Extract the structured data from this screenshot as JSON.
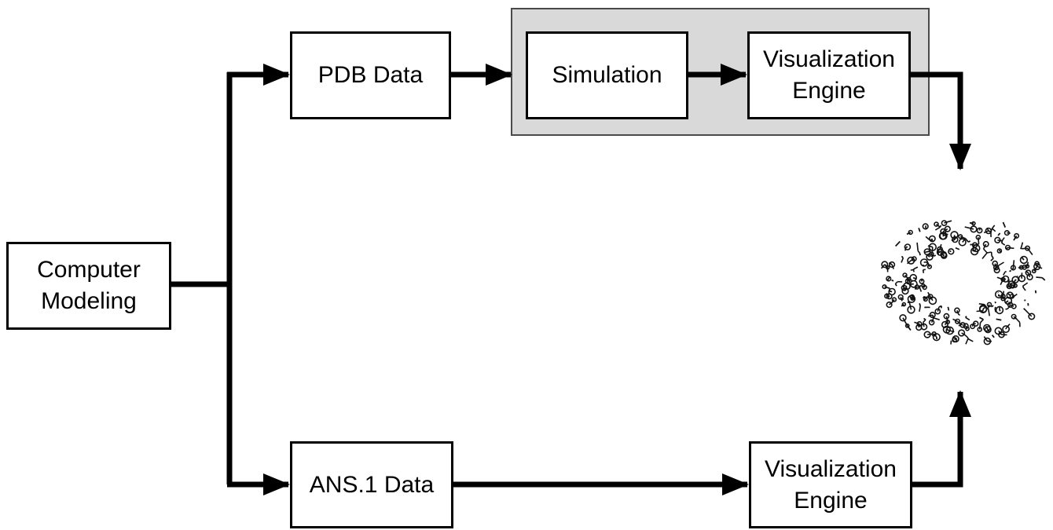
{
  "nodes": {
    "computer_modeling": "Computer\nModeling",
    "pdb_data": "PDB Data",
    "simulation": "Simulation",
    "visualization_engine_top": "Visualization\nEngine",
    "ans1_data": "ANS.1 Data",
    "visualization_engine_bottom": "Visualization\nEngine"
  },
  "colors": {
    "line": "#000000",
    "panel_fill": "#d9d9d9",
    "panel_border": "#4a4a4a",
    "box_fill": "#ffffff"
  },
  "icons": {
    "molecule": "protein-ring-molecule-image"
  }
}
